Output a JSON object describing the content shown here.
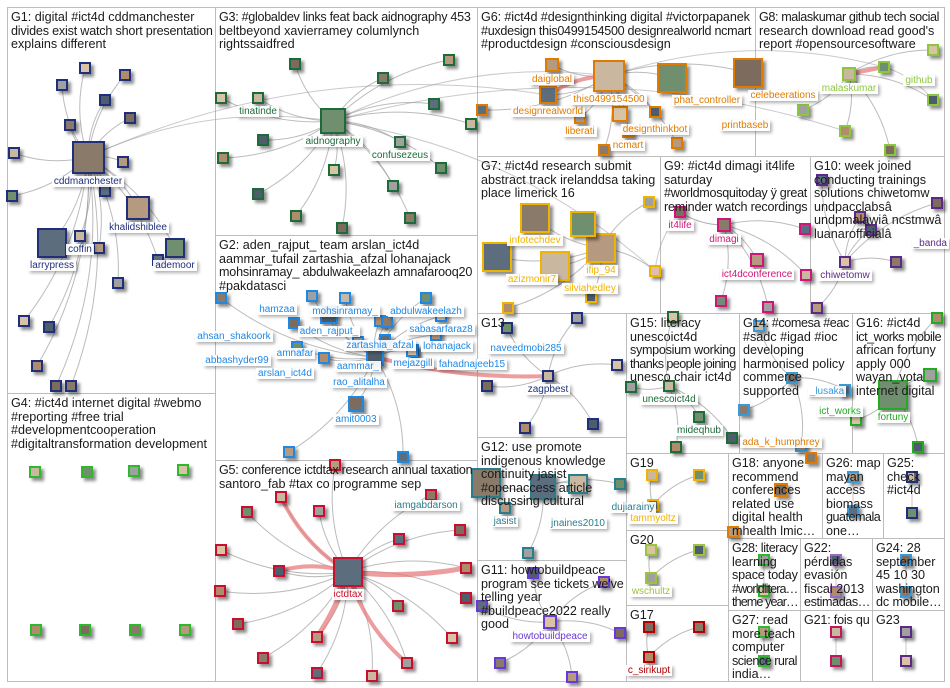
{
  "groups": [
    {
      "id": "G1",
      "color": "#1f2f7a",
      "lines": [
        "G1: digital #ict4d cddmanchester",
        "divides exist watch short presentation",
        "explains different"
      ]
    },
    {
      "id": "G3",
      "color": "#1e6b3a",
      "lines": [
        "G3: #globaldev links feat back aidnography 453",
        "beltbeyond xavierramey columlynch",
        "rightssaidfred"
      ]
    },
    {
      "id": "G6",
      "color": "#e07b00",
      "lines": [
        "G6: #ict4d #designthinking digital #victorpapanek",
        "#uxdesign this0499154500 designrealworld ncmart",
        "#productdesign #consciousdesign"
      ]
    },
    {
      "id": "G8",
      "color": "#8cc63f",
      "lines": [
        "G8: malaskumar github tech social",
        "research download read good's",
        "report #opensourcesoftware"
      ]
    },
    {
      "id": "G7",
      "color": "#f0b400",
      "lines": [
        "G7: #ict4d research submit",
        "abstract track irelanddsa taking",
        "place limerick 16"
      ]
    },
    {
      "id": "G9",
      "color": "#d0157a",
      "lines": [
        "G9: #ict4d dimagi it4life",
        "saturday",
        "#worldmosquitoday ÿ great",
        "reminder watch recordings"
      ]
    },
    {
      "id": "G10",
      "color": "#5b2a86",
      "lines": [
        "G10: week joined",
        "conducting trainings",
        "solutions chiwetomw",
        "undpacclabsâ",
        "undpmalawiâ ncstmwâ",
        "luanarofficialâ"
      ]
    },
    {
      "id": "G2",
      "color": "#1e88e5",
      "lines": [
        "G2: aden_rajput_ team arslan_ict4d",
        "aammar_tufail zartashia_afzal lohanajack",
        "mohsinramay_ abdulwakeelazh amnafarooq20",
        "#pakdatasci"
      ]
    },
    {
      "id": "G4",
      "color": "#2eb82e",
      "lines": [
        "G4: #ict4d internet digital #webmo",
        "#reporting #free trial",
        "#developmentcooperation",
        "#digitaltransformation development"
      ]
    },
    {
      "id": "G5",
      "color": "#c8102e",
      "lines": [
        "G5: conference ictdtax research annual taxation",
        "santoro_fab #tax co programme sep"
      ]
    },
    {
      "id": "G13",
      "color": "#1f2f7a",
      "lines": [
        "G13"
      ]
    },
    {
      "id": "G12",
      "color": "#2a7d8c",
      "lines": [
        "G12: use promote",
        "indigenous knowledge",
        "continuity jasist",
        "#openaccess article",
        "discussing cultural"
      ]
    },
    {
      "id": "G11",
      "color": "#6a3ad6",
      "lines": [
        "G11: howtobuildpeace",
        "program see tickets we've",
        "telling year",
        "#buildpeace2022 really",
        "good"
      ]
    },
    {
      "id": "G15",
      "color": "#1e6b3a",
      "lines": [
        "G15: literacy",
        "unescoict4d",
        "symposium working",
        "thanks people joining",
        "unesco chair ict4d"
      ]
    },
    {
      "id": "G14",
      "color": "#3a9ad9",
      "lines": [
        "G14: #comesa #eac",
        "#sadc #igad #ioc",
        "developing",
        "harmonised policy",
        "commerce",
        "supported"
      ]
    },
    {
      "id": "G16",
      "color": "#22aa22",
      "lines": [
        "G16: #ict4d",
        "ict_works mobile",
        "african fortuny",
        "apply 000",
        "wayan_vota",
        "internet digital"
      ]
    },
    {
      "id": "G19",
      "color": "#f0b400",
      "lines": [
        "G19"
      ]
    },
    {
      "id": "G20",
      "color": "#9bc53d",
      "lines": [
        "G20"
      ]
    },
    {
      "id": "G17",
      "color": "#b00000",
      "lines": [
        "G17"
      ]
    },
    {
      "id": "G18",
      "color": "#e07b00",
      "lines": [
        "G18: anyone",
        "recommend",
        "conferences",
        "related use",
        "digital health",
        "mhealth lmic…"
      ]
    },
    {
      "id": "G26",
      "color": "#3a9ad9",
      "lines": [
        "G26: map",
        "mayan",
        "access",
        "biomass",
        "guatemala",
        "one…"
      ]
    },
    {
      "id": "G25",
      "color": "#1f2f7a",
      "lines": [
        "G25:",
        "check",
        "#ict4d"
      ]
    },
    {
      "id": "G28",
      "color": "#2eb82e",
      "lines": [
        "G28: literacy",
        "learning",
        "space today",
        "#worldlitera…",
        "theme year…"
      ]
    },
    {
      "id": "G22",
      "color": "#9a6abf",
      "lines": [
        "G22:",
        "pérdidas",
        "evasión",
        "fiscal 2013",
        "estimadas…"
      ]
    },
    {
      "id": "G24",
      "color": "#3a9ad9",
      "lines": [
        "G24: 28",
        "september",
        "45 10 30",
        "washington",
        "dc mobile…"
      ]
    },
    {
      "id": "G27",
      "color": "#2eb82e",
      "lines": [
        "G27: read",
        "more teach",
        "computer",
        "science rural",
        "india…"
      ]
    },
    {
      "id": "G21",
      "color": "#c2185b",
      "lines": [
        "G21: fois qu"
      ]
    },
    {
      "id": "G23",
      "color": "#5b2a86",
      "lines": [
        "G23"
      ]
    }
  ],
  "node_labels": [
    "cddmanchester",
    "khalidshiblee",
    "larrypress",
    "coffin",
    "ademoor",
    "tinatinde",
    "aidnography",
    "confusezeus",
    "daiglobal",
    "designrealworld",
    "this0499154500",
    "phat_controller",
    "liberati",
    "designthinkbot",
    "printbaseb",
    "ncmart",
    "celebeerations",
    "malaskumar",
    "github",
    "infotechdev",
    "ifip_94",
    "azizmonir7",
    "silviahedley",
    "it4life",
    "dimagi",
    "ict4dconference",
    "chiwetomw",
    "_banda",
    "mohsinramay_",
    "abdulwakeelazh",
    "hamzaa",
    "sabasarfaraz8",
    "aden_rajput_",
    "zartashia_afzal",
    "ahsan_shakoork",
    "lohanajack",
    "naveedmobi285",
    "amnafar",
    "mejazgill",
    "abbashyder99",
    "aammar_",
    "fahadnajeeb15",
    "arslan_ict4d",
    "rao_alitalha",
    "amit0003",
    "ictdtax",
    "zagpbest",
    "iamgabdarson",
    "jasist",
    "dujiarainy",
    "jnaines2010",
    "howtobuildpeace",
    "unescoict4d",
    "mideqhub",
    "_lusaka",
    "fortuny",
    "ict_works",
    "ada_k_humphrey",
    "tammyoltz",
    "wschultz",
    "c_sirikupt"
  ]
}
